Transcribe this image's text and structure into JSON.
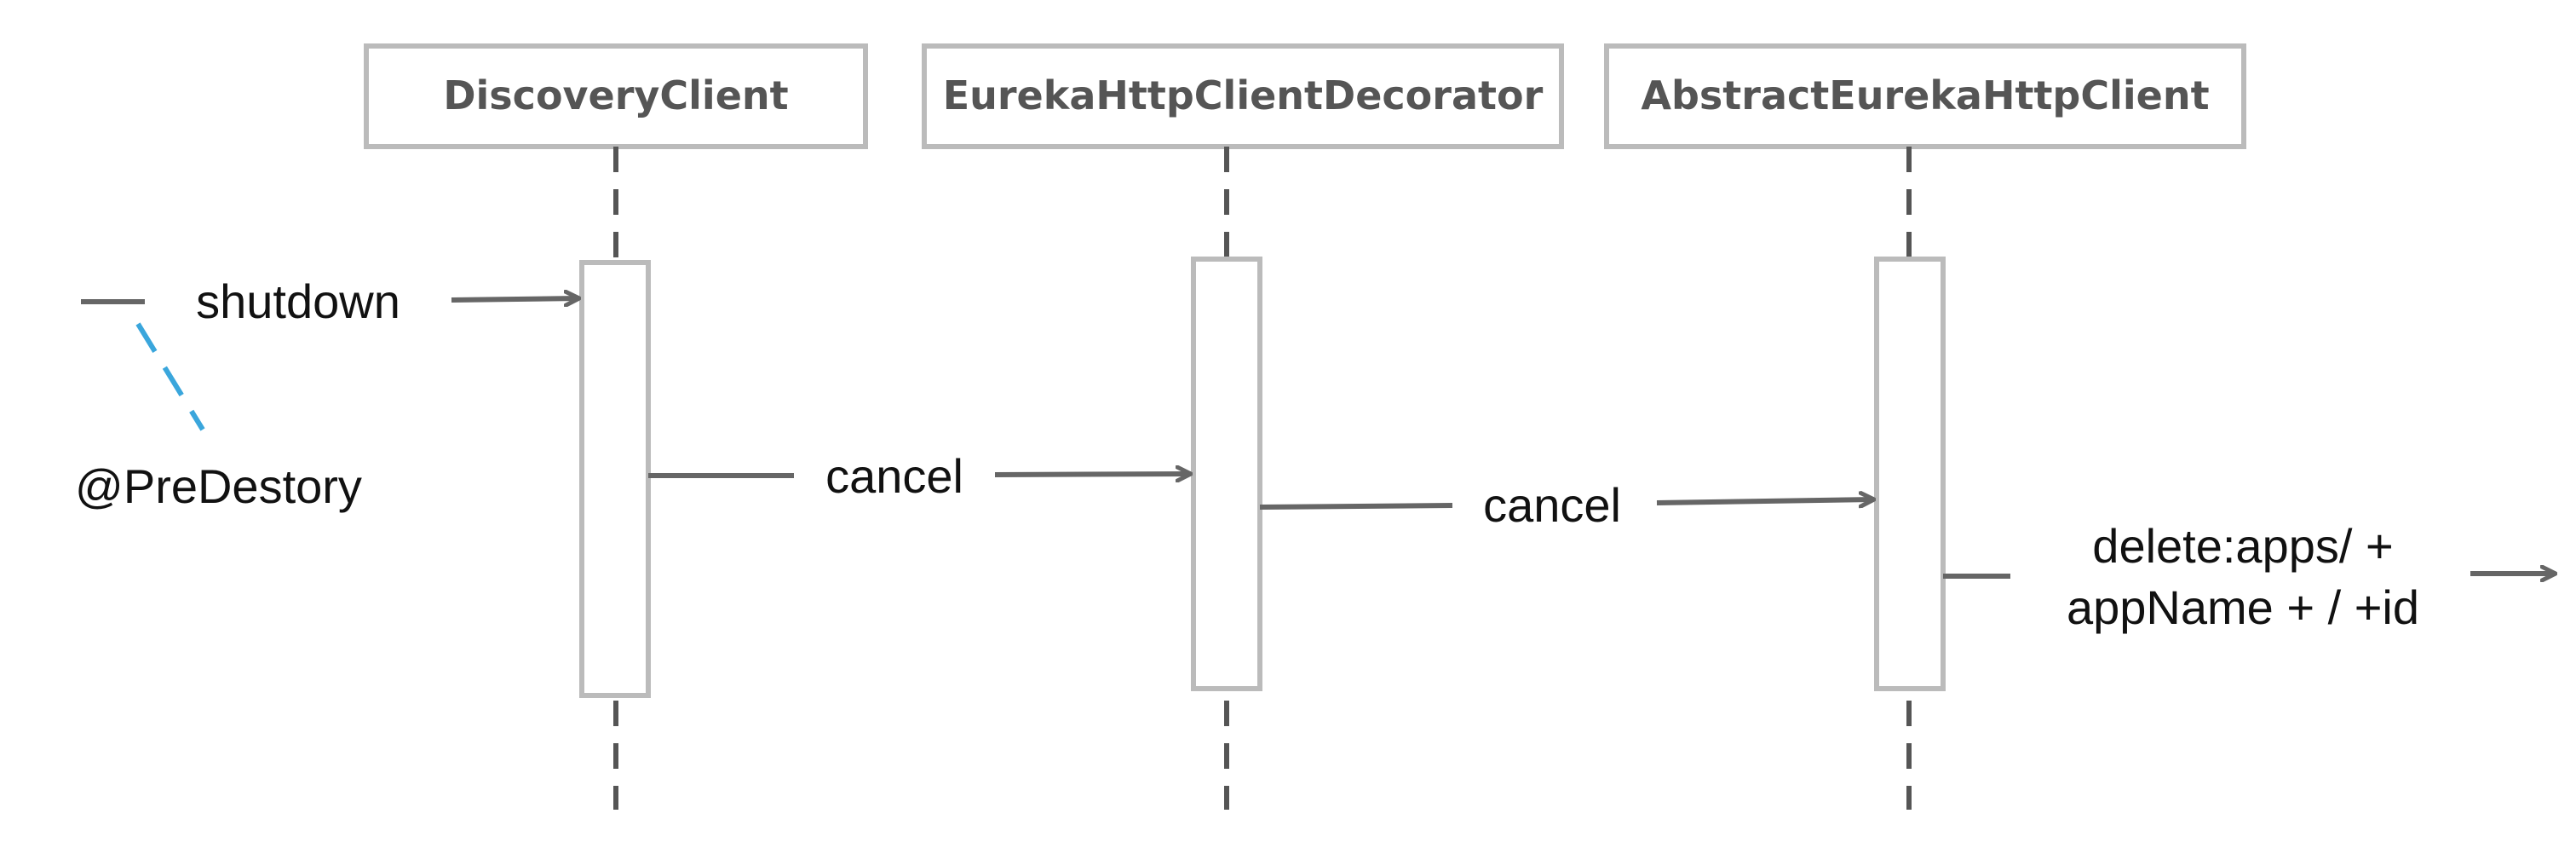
{
  "participants": [
    {
      "name": "DiscoveryClient"
    },
    {
      "name": "EurekaHttpClientDecorator"
    },
    {
      "name": "AbstractEurekaHttpClient"
    }
  ],
  "messages": [
    {
      "label": "shutdown"
    },
    {
      "label": "cancel"
    },
    {
      "label": "cancel"
    },
    {
      "label_lines": [
        "delete:apps/ +",
        "appName + / +id"
      ]
    }
  ],
  "note": {
    "text": "@PreDestory",
    "connector_color": "#3aa6dc"
  },
  "colors": {
    "box_border": "#bbbbbb",
    "lifeline": "#555555",
    "arrow": "#666666"
  }
}
